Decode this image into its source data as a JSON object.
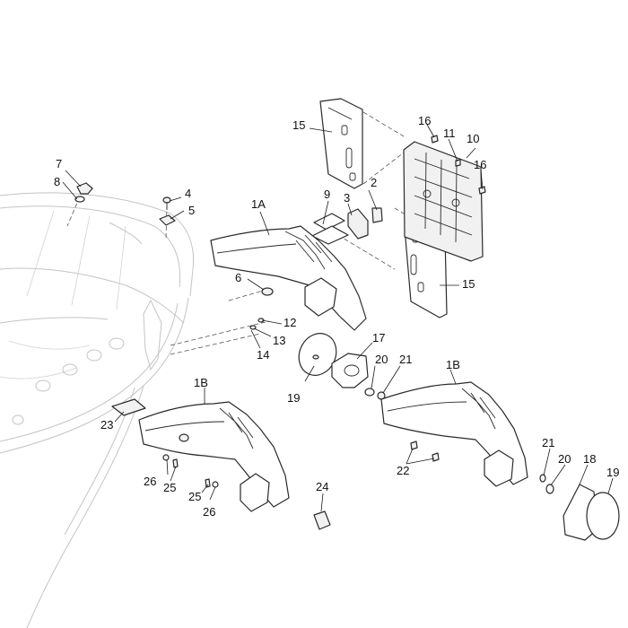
{
  "diagram": {
    "callouts": [
      {
        "id": "c-15a",
        "text": "15"
      },
      {
        "id": "c-16a",
        "text": "16"
      },
      {
        "id": "c-11",
        "text": "11"
      },
      {
        "id": "c-10",
        "text": "10"
      },
      {
        "id": "c-16b",
        "text": "16"
      },
      {
        "id": "c-7",
        "text": "7"
      },
      {
        "id": "c-8",
        "text": "8"
      },
      {
        "id": "c-4",
        "text": "4"
      },
      {
        "id": "c-5",
        "text": "5"
      },
      {
        "id": "c-9",
        "text": "9"
      },
      {
        "id": "c-2",
        "text": "2"
      },
      {
        "id": "c-3",
        "text": "3"
      },
      {
        "id": "c-1a",
        "text": "1A"
      },
      {
        "id": "c-6",
        "text": "6"
      },
      {
        "id": "c-15b",
        "text": "15"
      },
      {
        "id": "c-12",
        "text": "12"
      },
      {
        "id": "c-13",
        "text": "13"
      },
      {
        "id": "c-14",
        "text": "14"
      },
      {
        "id": "c-17",
        "text": "17"
      },
      {
        "id": "c-20a",
        "text": "20"
      },
      {
        "id": "c-21a",
        "text": "21"
      },
      {
        "id": "c-1b-left",
        "text": "1B"
      },
      {
        "id": "c-1b-right",
        "text": "1B"
      },
      {
        "id": "c-19a",
        "text": "19"
      },
      {
        "id": "c-23",
        "text": "23"
      },
      {
        "id": "c-26a",
        "text": "26"
      },
      {
        "id": "c-25a",
        "text": "25"
      },
      {
        "id": "c-25b",
        "text": "25"
      },
      {
        "id": "c-26b",
        "text": "26"
      },
      {
        "id": "c-24",
        "text": "24"
      },
      {
        "id": "c-22",
        "text": "22"
      },
      {
        "id": "c-21b",
        "text": "21"
      },
      {
        "id": "c-20b",
        "text": "20"
      },
      {
        "id": "c-18",
        "text": "18"
      },
      {
        "id": "c-19b",
        "text": "19"
      }
    ]
  }
}
